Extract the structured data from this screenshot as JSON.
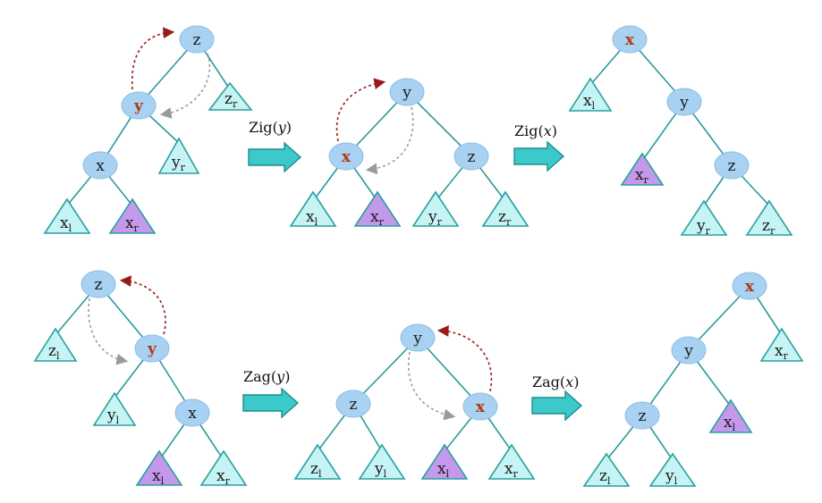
{
  "diagram": {
    "nodes": {
      "x": "x",
      "y": "y",
      "z": "z"
    },
    "subtrees": {
      "xl": {
        "base": "x",
        "sub": "l"
      },
      "xr": {
        "base": "x",
        "sub": "r"
      },
      "yl": {
        "base": "y",
        "sub": "l"
      },
      "yr": {
        "base": "y",
        "sub": "r"
      },
      "zl": {
        "base": "z",
        "sub": "l"
      },
      "zr": {
        "base": "z",
        "sub": "r"
      }
    },
    "operations": {
      "zig_y": {
        "name": "Zig",
        "arg": "y"
      },
      "zig_x": {
        "name": "Zig",
        "arg": "x"
      },
      "zag_y": {
        "name": "Zag",
        "arg": "y"
      },
      "zag_x": {
        "name": "Zag",
        "arg": "x"
      }
    },
    "colors": {
      "node": "#a9d1f2",
      "edge": "#2a9a9a",
      "subtree": "#c6f3f3",
      "subtree_highlight": "#c499ec",
      "label_highlight": "#b33a10",
      "rotation_arc": "#9a1a1a",
      "return_arc": "#9a9a9a",
      "transition_arrow": "#3cc9c9"
    }
  }
}
